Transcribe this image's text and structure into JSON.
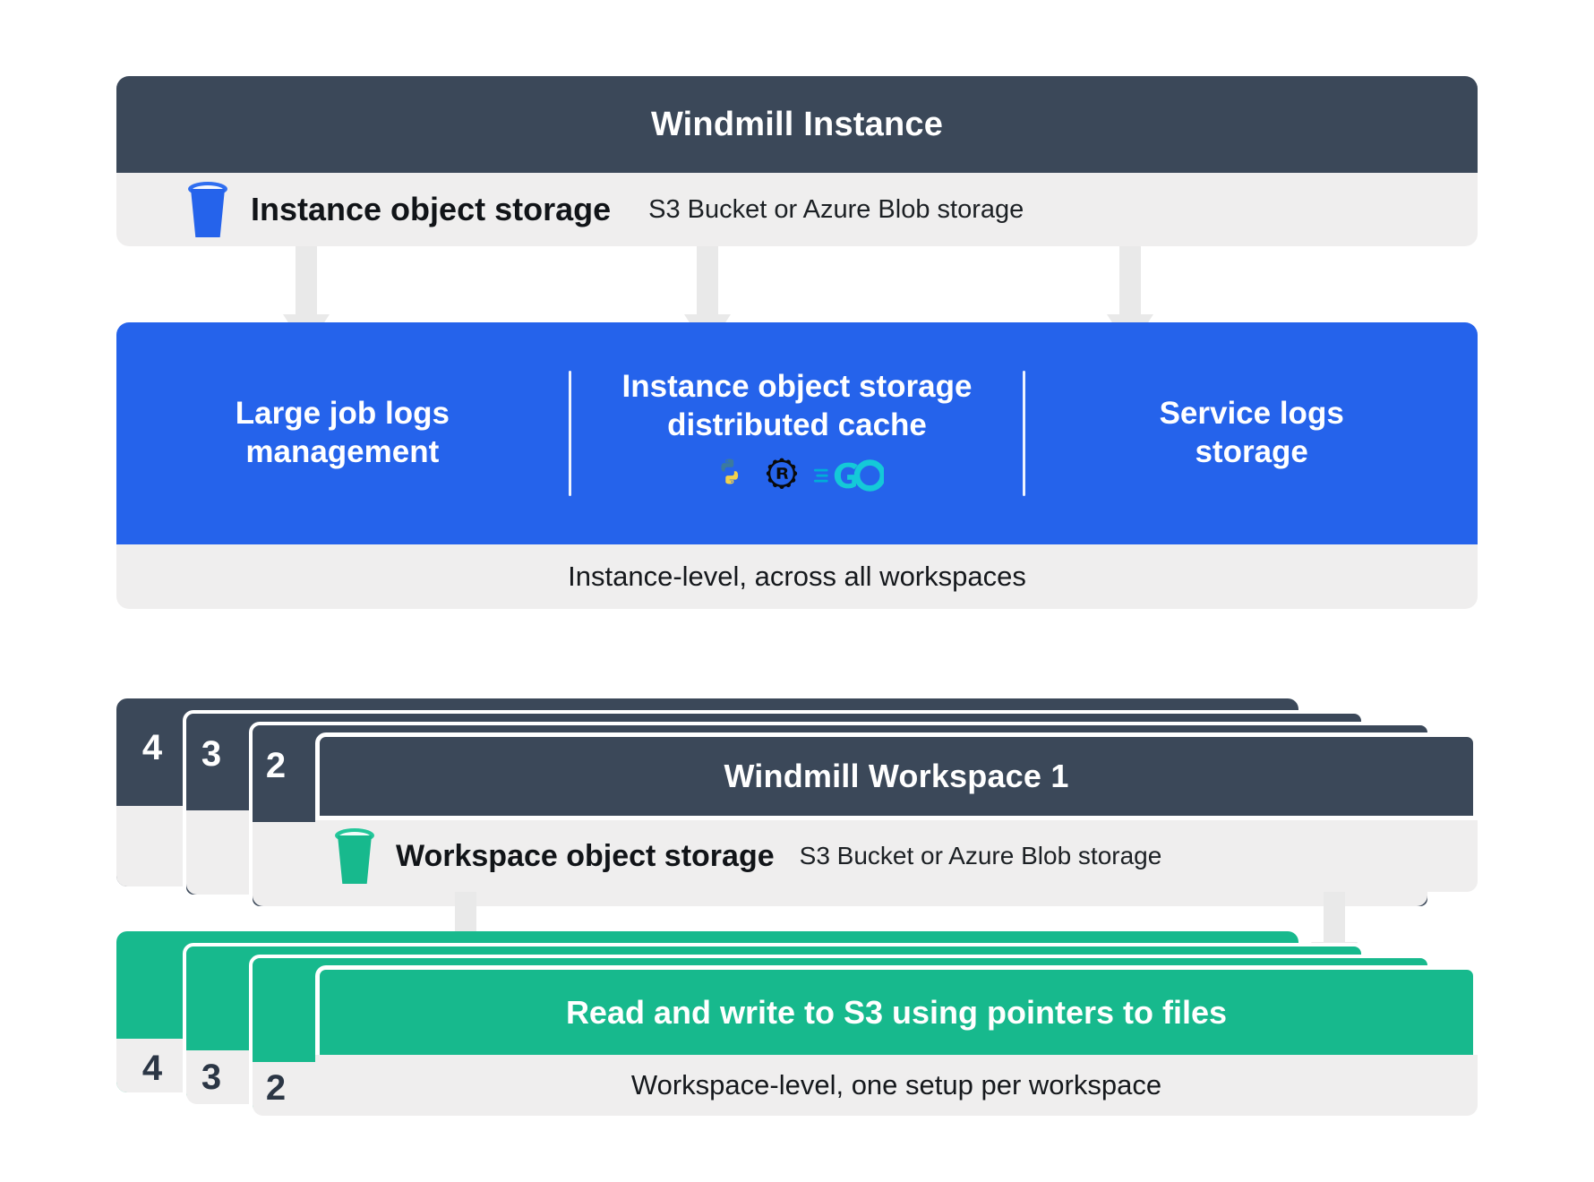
{
  "instance": {
    "title": "Windmill Instance",
    "storage_label": "Instance object storage",
    "storage_sub": "S3 Bucket or Azure Blob storage",
    "bucket_icon": "bucket-icon",
    "features": [
      {
        "label": "Large job logs\nmanagement",
        "langs": []
      },
      {
        "label": "Instance object storage\ndistributed cache",
        "langs": [
          "python-icon",
          "rust-icon",
          "go-icon"
        ]
      },
      {
        "label": "Service logs\nstorage",
        "langs": []
      }
    ],
    "footer": "Instance-level, across all workspaces"
  },
  "workspace": {
    "title": "Windmill Workspace 1",
    "stack_numbers": [
      "4",
      "3",
      "2"
    ],
    "storage_label": "Workspace object storage",
    "storage_sub": "S3 Bucket or Azure Blob storage",
    "bucket_icon": "bucket-icon",
    "green_label": "Read and write to S3 using pointers to files",
    "footer": "Workspace-level, one setup per workspace"
  },
  "colors": {
    "navy": "#3b4859",
    "blue": "#2563eb",
    "green": "#17b98d",
    "gray": "#efeeee",
    "arrow": "#e9e9e9"
  }
}
